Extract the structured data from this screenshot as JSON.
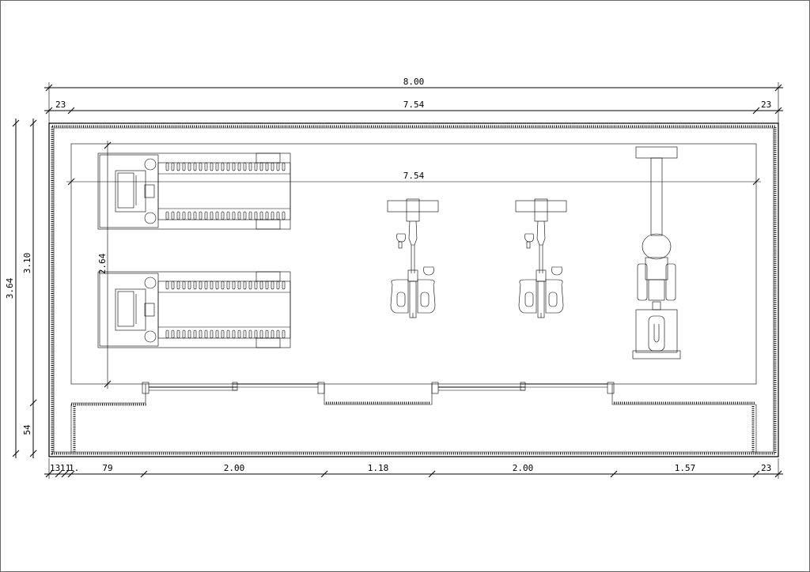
{
  "drawing": {
    "ink_color": "#000000",
    "paper_color": "#ffffff"
  },
  "dimensions": {
    "overall_width": "8.00",
    "inner_width_top": "7.54",
    "wall_left_top": "23",
    "wall_right_top": "23",
    "interior_width": "7.54",
    "total_height": "3.64",
    "room_height": "3.10",
    "lower_offset": "54",
    "equipment_depth": "2.64",
    "bottom": {
      "seg_a": "13",
      "seg_b": "11",
      "seg_c": "1.",
      "seg_79": "79",
      "window1": "2.00",
      "pier": "1.18",
      "window2": "2.00",
      "right_pier": "1.57",
      "wall_right": "23"
    }
  },
  "equipment": {
    "treadmills": 2,
    "exercise_bikes": 2,
    "rowing_machines": 1
  }
}
